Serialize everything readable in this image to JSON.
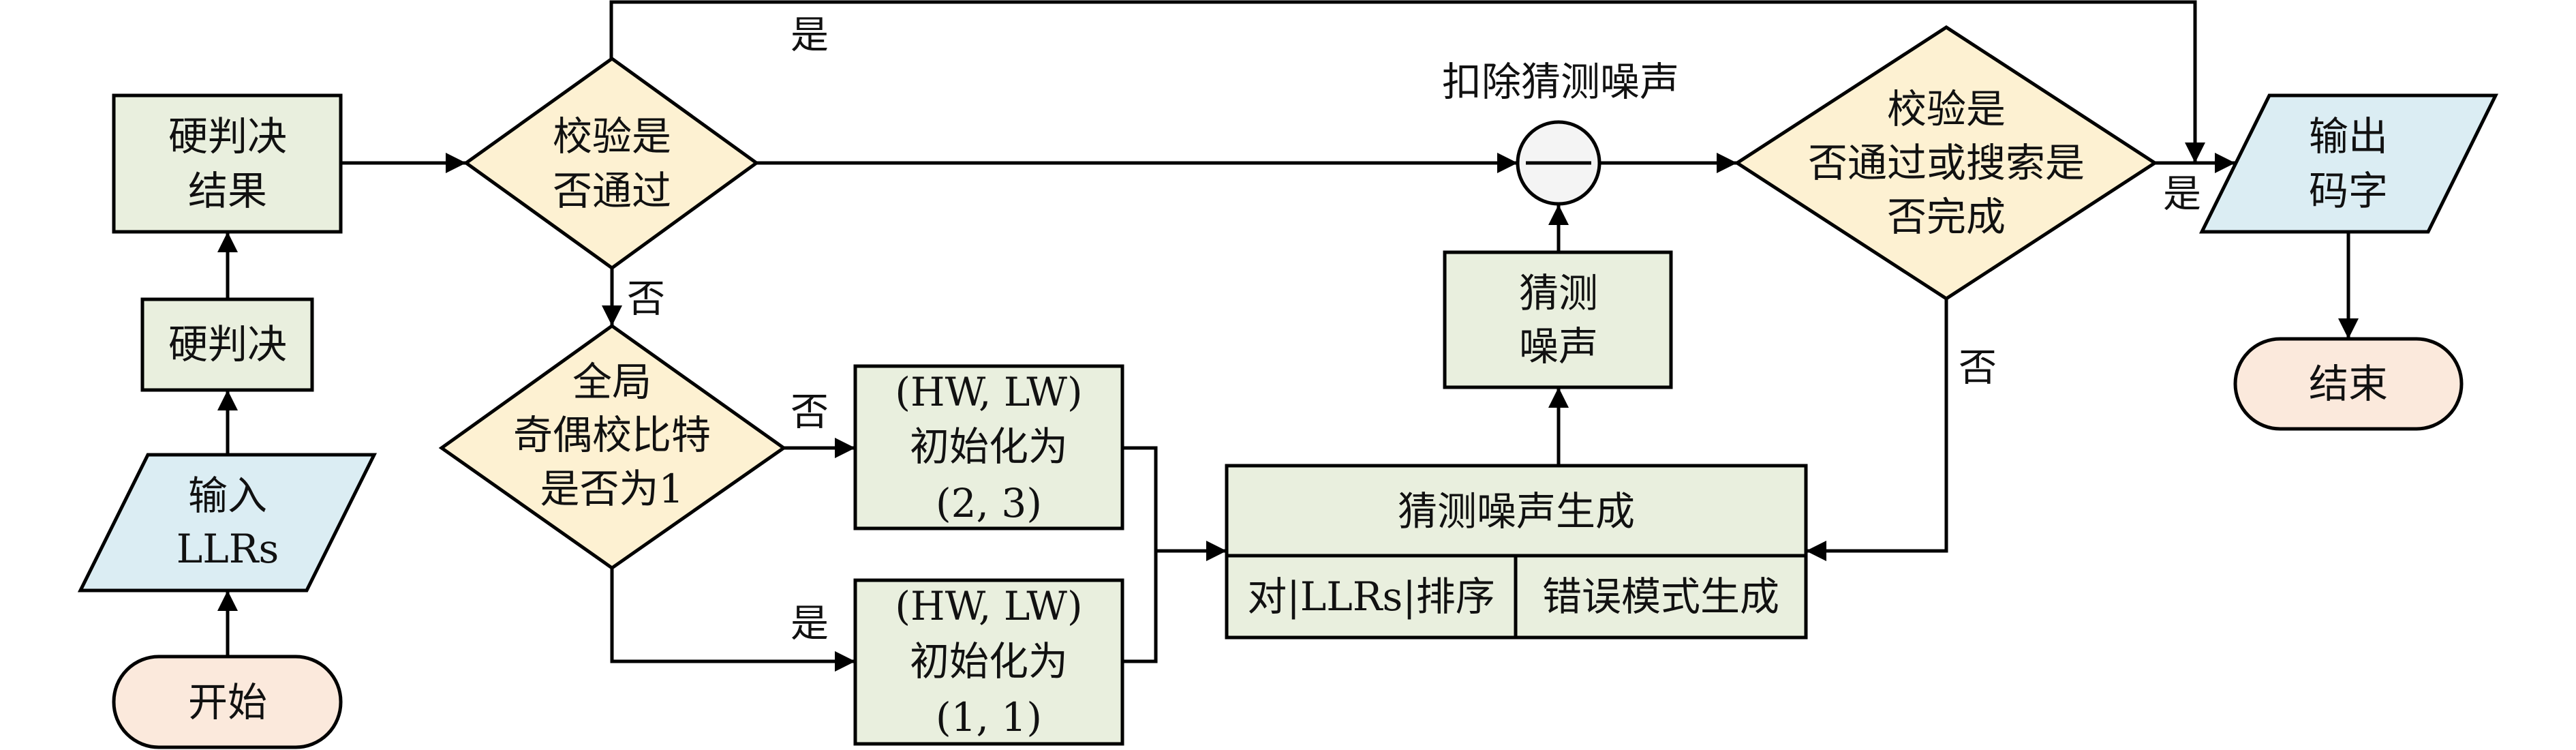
{
  "colors": {
    "process_fill": "#E9EFDE",
    "decision_fill": "#FDF1D2",
    "io_fill": "#DBEDF3",
    "terminal_fill": "#FBE9DC",
    "operator_fill": "#F4F4F4",
    "stroke": "#000000"
  },
  "nodes": {
    "start": {
      "label": "开始"
    },
    "input_llrs": {
      "lines": [
        "输入",
        "LLRs"
      ]
    },
    "hard_decision": {
      "label": "硬判决"
    },
    "hard_decision_result": {
      "lines": [
        "硬判决",
        "结果"
      ]
    },
    "check_pass": {
      "lines": [
        "校验是",
        "否通过"
      ]
    },
    "global_parity": {
      "lines": [
        "全局",
        "奇偶校比特",
        "是否为1"
      ]
    },
    "init_23": {
      "lines": [
        "(HW, LW)",
        "初始化为",
        "(2, 3)"
      ]
    },
    "init_11": {
      "lines": [
        "(HW, LW)",
        "初始化为",
        "(1, 1)"
      ]
    },
    "noise_gen": {
      "title": "猜测噪声生成",
      "sub_left": "对|LLRs|排序",
      "sub_right": "错误模式生成"
    },
    "guess_noise": {
      "lines": [
        "猜测",
        "噪声"
      ]
    },
    "subtract": {
      "label": "扣除猜测噪声",
      "symbol": "−"
    },
    "check_or_done": {
      "lines": [
        "校验是",
        "否通过或搜索是",
        "否完成"
      ]
    },
    "output_codeword": {
      "lines": [
        "输出",
        "码字"
      ]
    },
    "end": {
      "label": "结束"
    }
  },
  "edge_labels": {
    "check_pass_yes": "是",
    "check_pass_no": "否",
    "parity_no": "否",
    "parity_yes": "是",
    "final_yes": "是",
    "final_no": "否"
  }
}
